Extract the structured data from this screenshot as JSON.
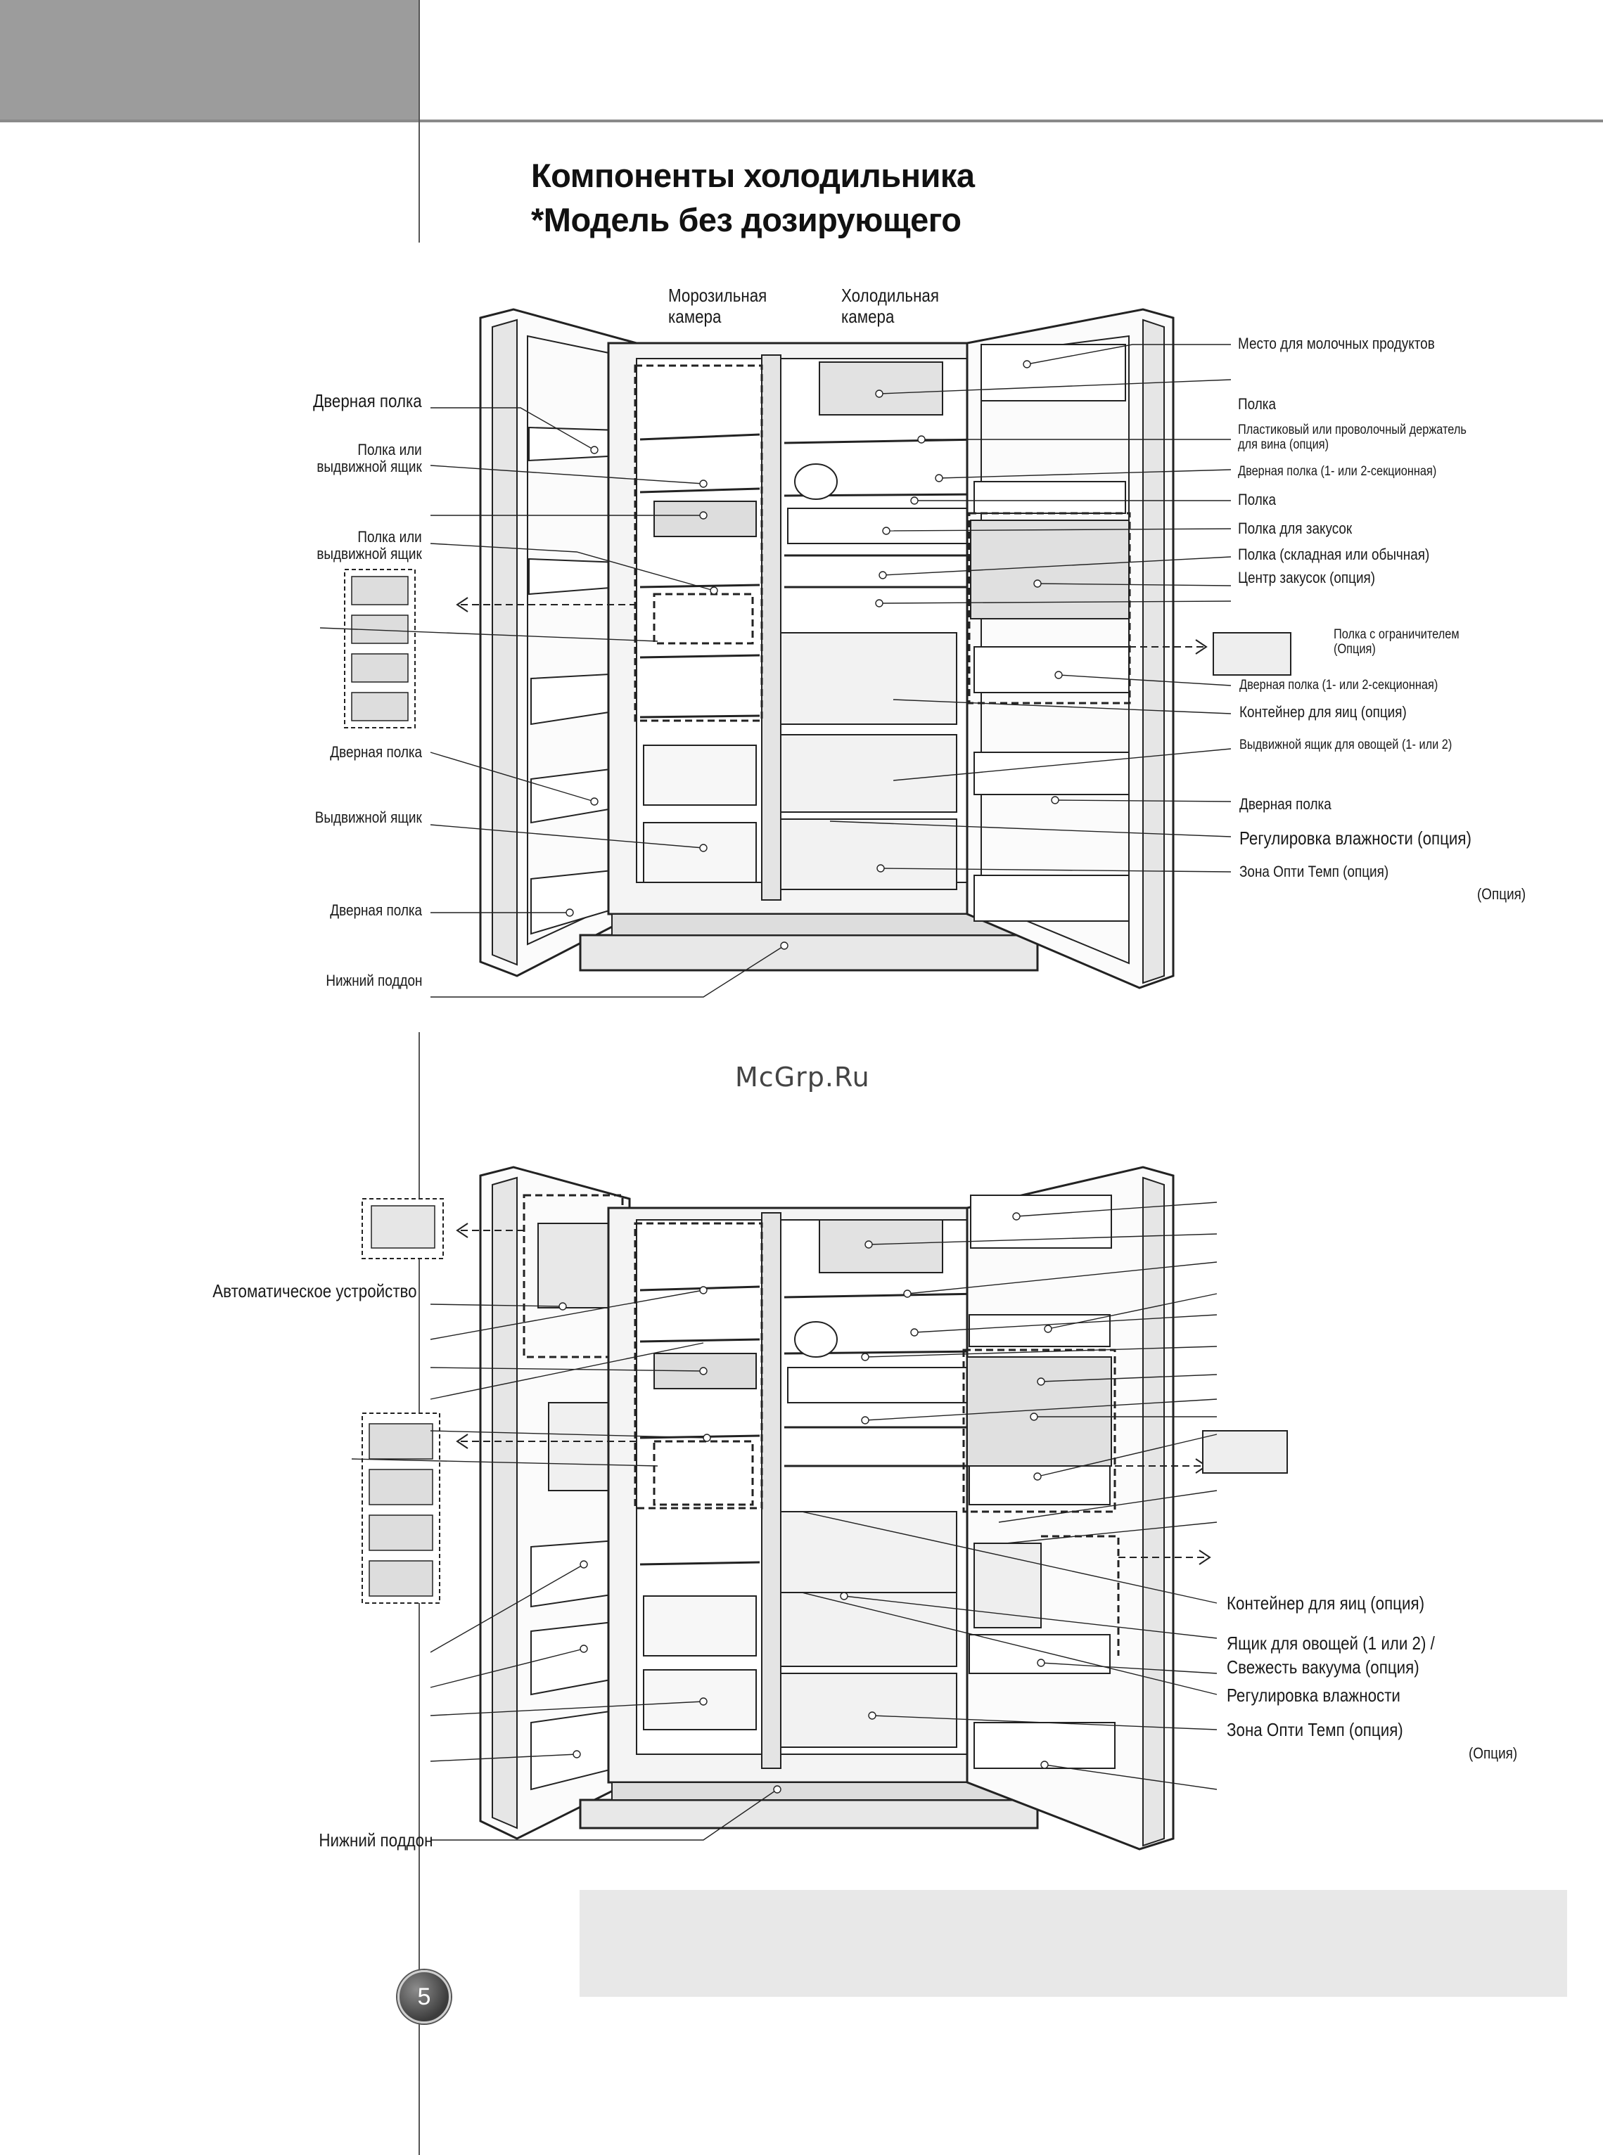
{
  "page": {
    "title_line1": "Компоненты холодильника",
    "title_line2": "*Модель без дозирующего",
    "page_number": "5",
    "watermark": "McGrp.Ru"
  },
  "diagram_top": {
    "freezer_label": "Морозильная\nкамера",
    "fridge_label": "Холодильная\nкамера",
    "left_labels": [
      "Дверная полка",
      "Полка или\nвыдвижной ящик",
      "Полка или\nвыдвижной ящик",
      "Дверная полка",
      "Выдвижной ящик",
      "Дверная полка",
      "Нижний поддон"
    ],
    "right_labels": [
      "Место для молочных продуктов",
      "Полка",
      "Пластиковый или проволочный держатель\nдля вина (опция)",
      "Дверная полка (1- или 2-секционная)",
      "Полка",
      "Полка для закусок",
      "Полка (складная или обычная)",
      "Центр закусок (опция)",
      "Полка с ограничителем\n(Опция)",
      "Дверная полка (1- или 2-секционная)",
      "Контейнер для яиц (опция)",
      "Выдвижной ящик для овощей  (1- или 2)",
      "Дверная полка",
      "Регулировка влажности (опция)",
      "Зона Опти Темп (опция)",
      "(Опция)"
    ]
  },
  "diagram_bottom": {
    "left_labels": [
      "Автоматическое устройство",
      "Нижний поддон"
    ],
    "right_labels": [
      "Контейнер для яиц (опция)",
      "Ящик для овощей (1 или 2) /\nСвежесть вакуума (опция)",
      "Регулировка влажности",
      "Зона Опти Темп  (опция)",
      "(Опция)"
    ]
  },
  "colors": {
    "header_gray": "#9c9c9c",
    "note_box": "#e8e8e8",
    "line": "#1a1a1a"
  }
}
